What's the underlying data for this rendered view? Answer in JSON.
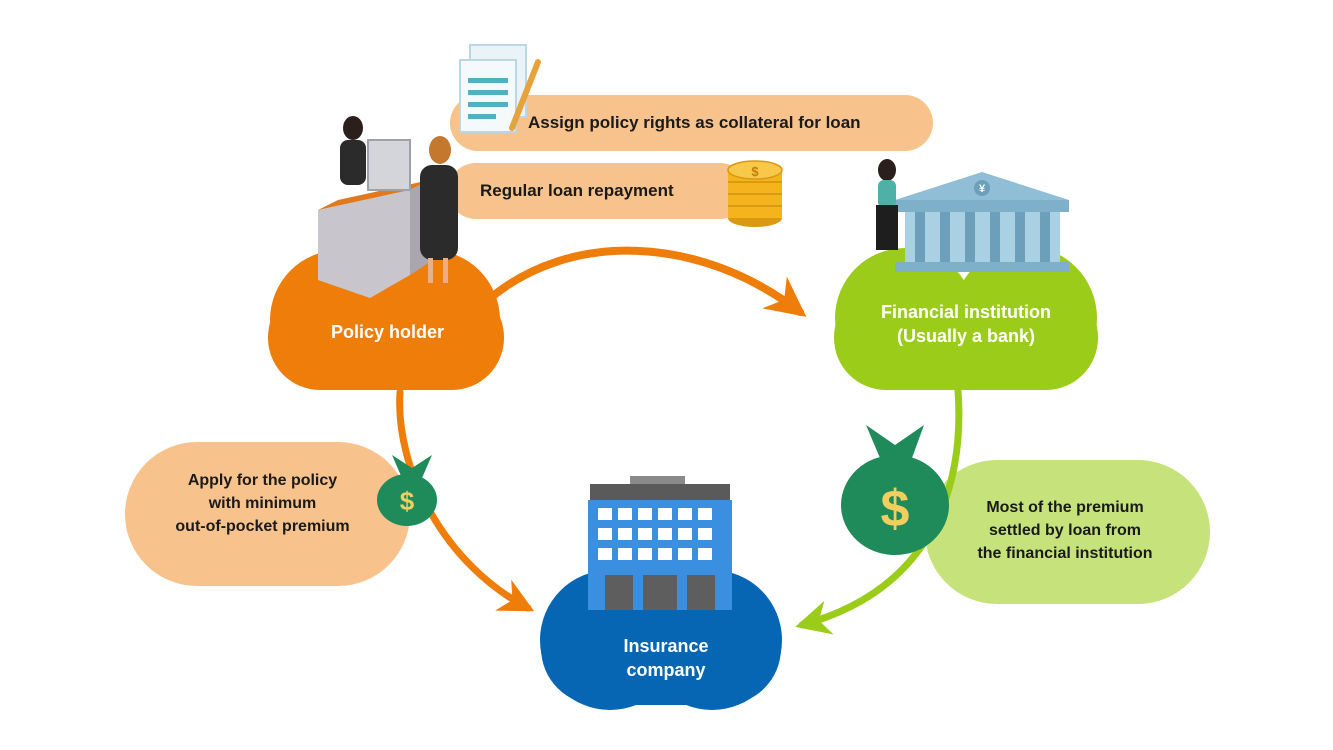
{
  "nodes": {
    "policy_holder": "Policy holder",
    "financial_institution_line1": "Financial institution",
    "financial_institution_line2": "(Usually a bank)",
    "insurance_line1": "Insurance",
    "insurance_line2": "company"
  },
  "flows": {
    "assign_rights": "Assign policy rights as collateral for loan",
    "loan_repayment": "Regular loan repayment",
    "apply_line1": "Apply for the policy",
    "apply_line2": "with minimum",
    "apply_line3": "out-of-pocket premium",
    "premium_line1": "Most of the premium",
    "premium_line2": "settled by loan from",
    "premium_line3": "the financial institution"
  },
  "icons": {
    "money_bag_symbol": "$",
    "coin_symbol": "$",
    "bank_emblem": "¥"
  },
  "colors": {
    "orange": "#ef7d0a",
    "light_orange": "#f7c28b",
    "green": "#9ccc1a",
    "light_green": "#c6e27a",
    "blue": "#0766b3",
    "money_green": "#1f8a5a",
    "coin_gold": "#f5b41e"
  }
}
